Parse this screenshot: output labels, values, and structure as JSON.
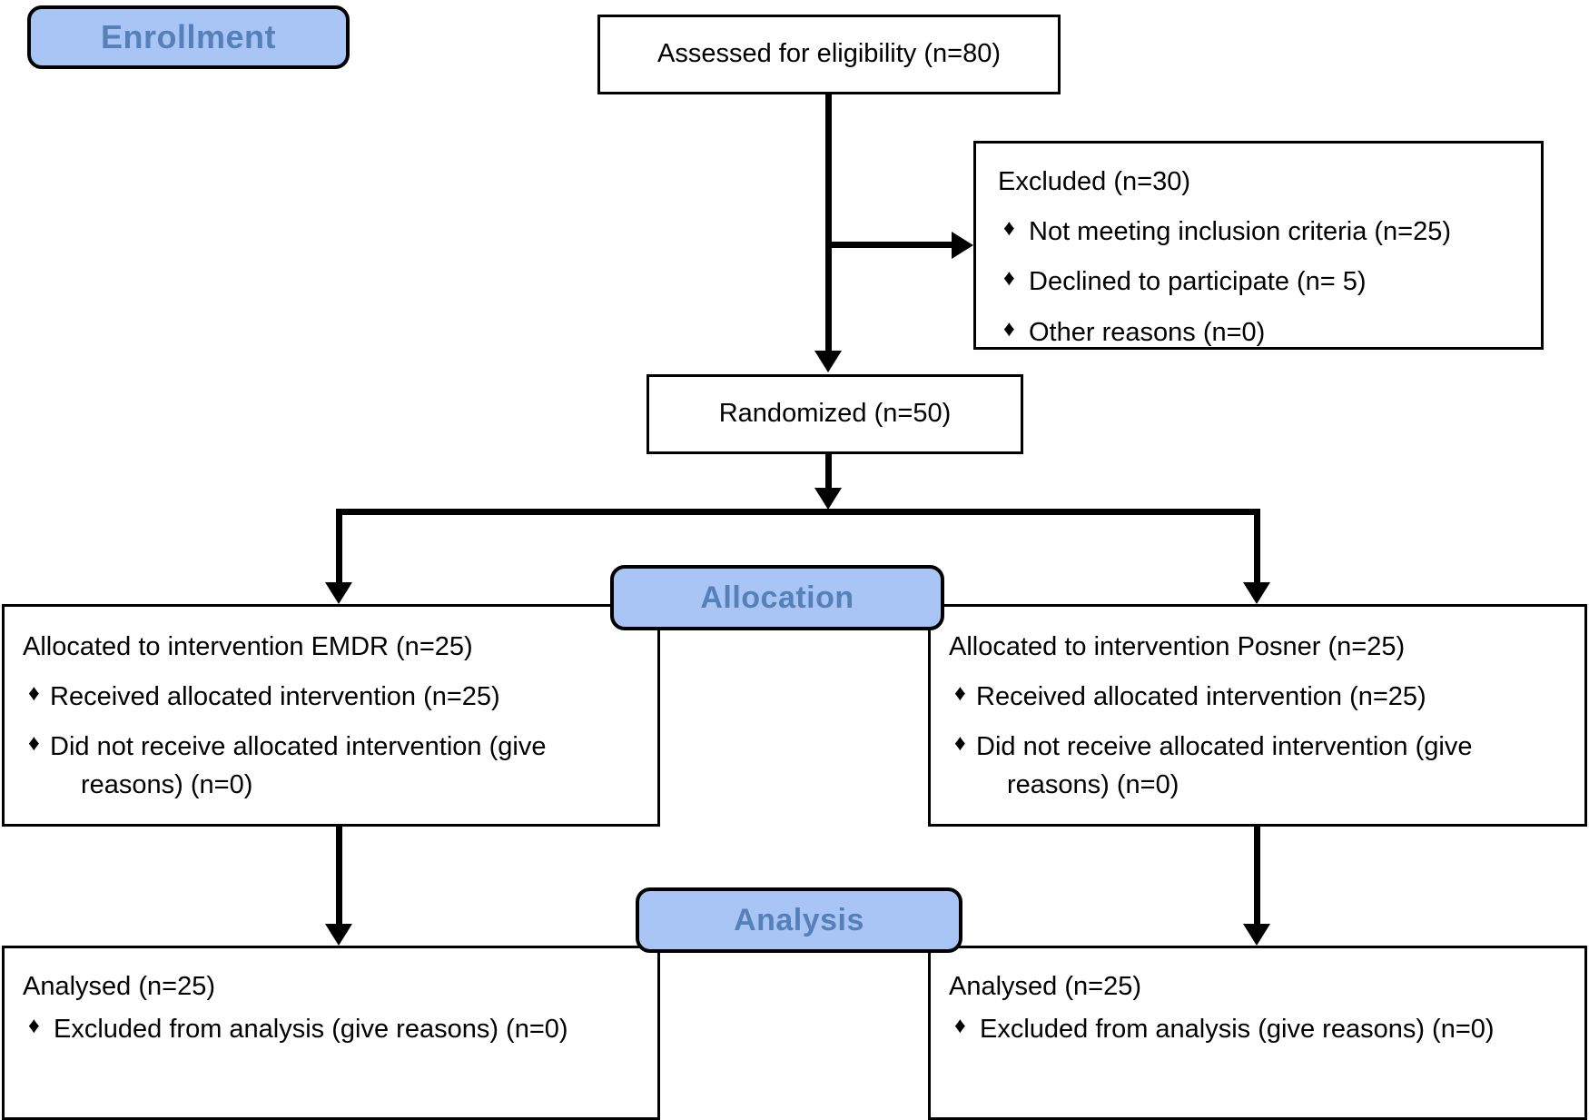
{
  "diagram": {
    "type": "CONSORT flow diagram",
    "phases": [
      {
        "key": "enrollment",
        "label": "Enrollment"
      },
      {
        "key": "allocation",
        "label": "Allocation"
      },
      {
        "key": "analysis",
        "label": "Analysis"
      }
    ],
    "colors": {
      "badge_fill": "#a9c5f5",
      "badge_text": "#5580b8",
      "badge_border": "#000000",
      "box_border": "#000000",
      "box_fill": "#ffffff",
      "text": "#000000"
    },
    "bullet_glyph": "♦"
  },
  "assessed": {
    "text": "Assessed for eligibility (n=80)"
  },
  "excluded": {
    "title": "Excluded (n=30)",
    "items": [
      "Not meeting inclusion criteria (n=25)",
      "Declined to participate (n= 5)",
      "Other reasons (n=0)"
    ]
  },
  "randomized": {
    "text": "Randomized (n=50)"
  },
  "allocation_left": {
    "title": "Allocated to intervention EMDR (n=25)",
    "item1": "Received allocated intervention (n=25)",
    "item2_line1": "Did not receive allocated intervention (give",
    "item2_line2": "reasons) (n=0)"
  },
  "allocation_right": {
    "title": "Allocated to intervention Posner (n=25)",
    "item1": "Received allocated intervention (n=25)",
    "item2_line1": "Did not receive allocated intervention (give",
    "item2_line2": "reasons) (n=0)"
  },
  "analysis_left": {
    "title": "Analysed (n=25)",
    "item1": "Excluded from analysis (give reasons) (n=0)"
  },
  "analysis_right": {
    "title": "Analysed (n=25)",
    "item1": "Excluded from analysis (give reasons) (n=0)"
  }
}
